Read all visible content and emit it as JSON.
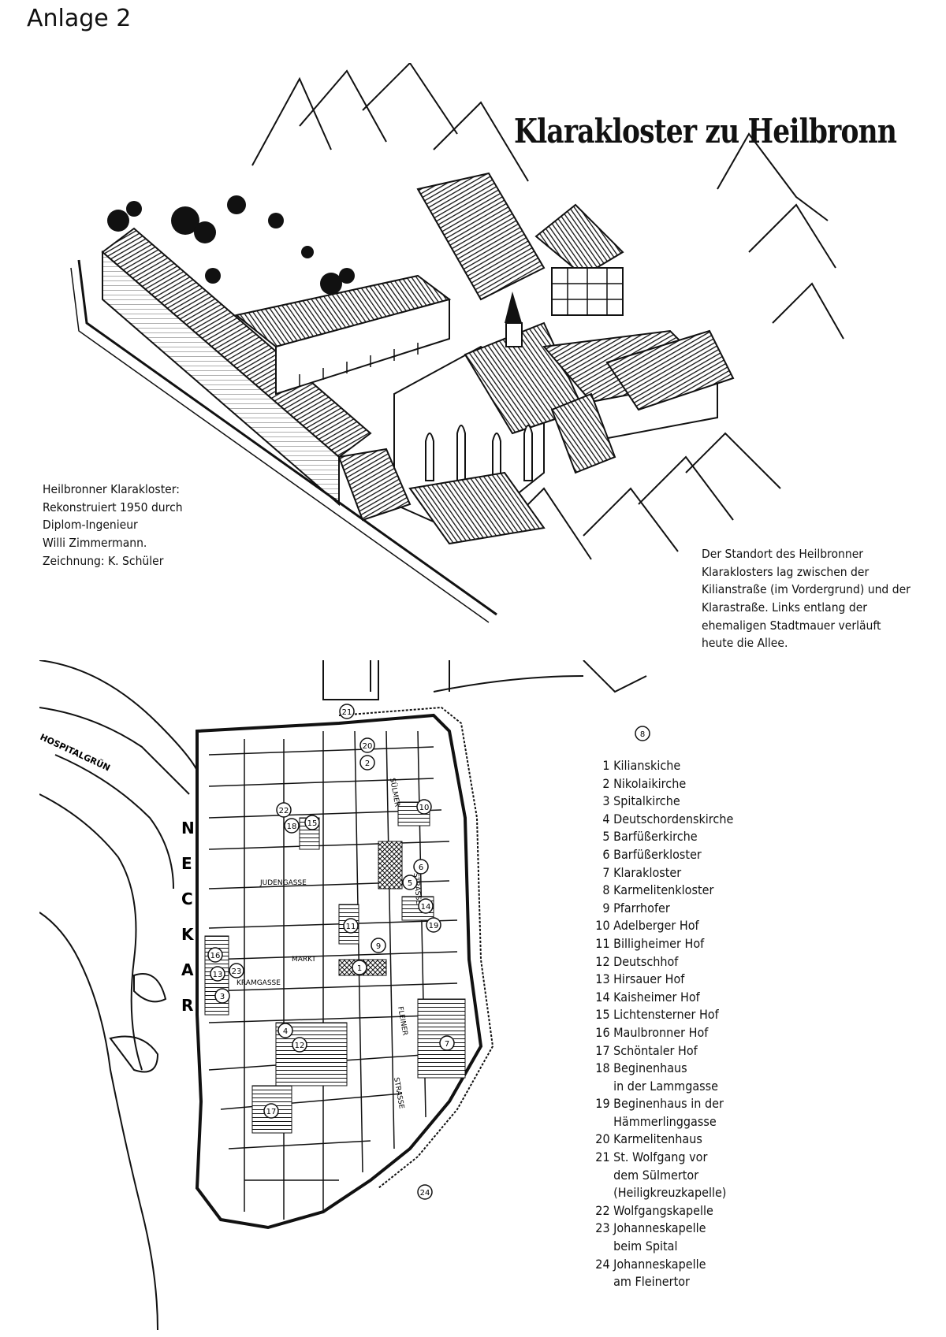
{
  "header": "Anlage 2",
  "title": "Klarakloster zu Heilbronn",
  "caption_left": [
    "Heilbronner Klarakloster:",
    "Rekonstruiert 1950 durch",
    "Diplom-Ingenieur",
    "Willi Zimmermann.",
    "Zeichnung: K. Schüler"
  ],
  "caption_right": [
    "Der Standort des Heilbronner",
    "Klaraklosters lag zwischen der",
    "Kilianstraße (im Vordergrund) und der",
    "Klarastraße. Links entlang der",
    "ehemaligen Stadtmauer verläuft",
    "heute die Allee."
  ],
  "map_labels": {
    "hospitalgruen": "HOSPITALGRÜN",
    "neckar": [
      "N",
      "E",
      "C",
      "K",
      "A",
      "R"
    ],
    "markt": "MARKT",
    "judengasse": "JUDENGASSE",
    "kramgasse": "KRAMGASSE",
    "suelmer": "SÜLMER",
    "strasse1": "STRASSE",
    "fleiner": "FLEINER",
    "strasse2": "STRASSE"
  },
  "markers": [
    "21",
    "20",
    "2",
    "22",
    "18",
    "15",
    "10",
    "6",
    "5",
    "14",
    "19",
    "11",
    "9",
    "16",
    "13",
    "23",
    "1",
    "3",
    "4",
    "12",
    "7",
    "17",
    "24",
    "8"
  ],
  "legend": [
    {
      "num": "1",
      "text": "Kilianskiche"
    },
    {
      "num": "2",
      "text": "Nikolaikirche"
    },
    {
      "num": "3",
      "text": "Spitalkirche"
    },
    {
      "num": "4",
      "text": "Deutschordenskirche"
    },
    {
      "num": "5",
      "text": "Barfüßerkirche"
    },
    {
      "num": "6",
      "text": "Barfüßerkloster"
    },
    {
      "num": "7",
      "text": "Klarakloster"
    },
    {
      "num": "8",
      "text": "Karmelitenkloster"
    },
    {
      "num": "9",
      "text": "Pfarrhofer"
    },
    {
      "num": "10",
      "text": "Adelberger Hof"
    },
    {
      "num": "11",
      "text": "Billigheimer Hof"
    },
    {
      "num": "12",
      "text": "Deutschhof"
    },
    {
      "num": "13",
      "text": "Hirsauer Hof"
    },
    {
      "num": "14",
      "text": "Kaisheimer Hof"
    },
    {
      "num": "15",
      "text": "Lichtensterner Hof"
    },
    {
      "num": "16",
      "text": "Maulbronner Hof"
    },
    {
      "num": "17",
      "text": "Schöntaler Hof"
    },
    {
      "num": "18",
      "text": "Beginenhaus",
      "cont": [
        "in der Lammgasse"
      ]
    },
    {
      "num": "19",
      "text": "Beginenhaus in der",
      "cont": [
        "Hämmerlinggasse"
      ]
    },
    {
      "num": "20",
      "text": "Karmelitenhaus"
    },
    {
      "num": "21",
      "text": "St. Wolfgang vor",
      "cont": [
        "dem Sülmertor",
        "(Heiligkreuzkapelle)"
      ]
    },
    {
      "num": "22",
      "text": "Wolfgangskapelle"
    },
    {
      "num": "23",
      "text": "Johanneskapelle",
      "cont": [
        "beim Spital"
      ]
    },
    {
      "num": "24",
      "text": "Johanneskapelle",
      "cont": [
        "am Fleinertor"
      ]
    }
  ]
}
